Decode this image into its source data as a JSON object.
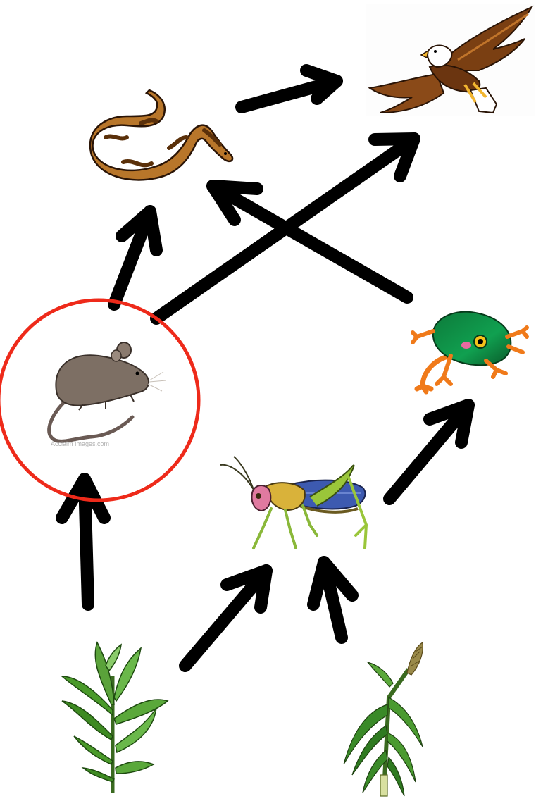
{
  "diagram": {
    "type": "food-web",
    "organisms": [
      {
        "id": "eagle",
        "icon": "eagle-icon"
      },
      {
        "id": "snake",
        "icon": "snake-icon"
      },
      {
        "id": "mouse",
        "icon": "mouse-icon",
        "highlighted": true
      },
      {
        "id": "frog",
        "icon": "frog-icon"
      },
      {
        "id": "grasshopper",
        "icon": "grasshopper-icon"
      },
      {
        "id": "grass",
        "icon": "grass-plant-icon"
      },
      {
        "id": "wheat",
        "icon": "wheat-plant-icon"
      }
    ],
    "arrows": [
      {
        "from": "snake",
        "to": "eagle"
      },
      {
        "from": "mouse",
        "to": "eagle"
      },
      {
        "from": "mouse",
        "to": "snake"
      },
      {
        "from": "frog",
        "to": "snake"
      },
      {
        "from": "grasshopper",
        "to": "frog"
      },
      {
        "from": "grass",
        "to": "mouse"
      },
      {
        "from": "grass",
        "to": "grasshopper"
      },
      {
        "from": "wheat",
        "to": "grasshopper"
      }
    ],
    "highlight_color": "#ee2a1a",
    "arrow_color": "#000000",
    "watermark": "Acclaim Images.com"
  }
}
